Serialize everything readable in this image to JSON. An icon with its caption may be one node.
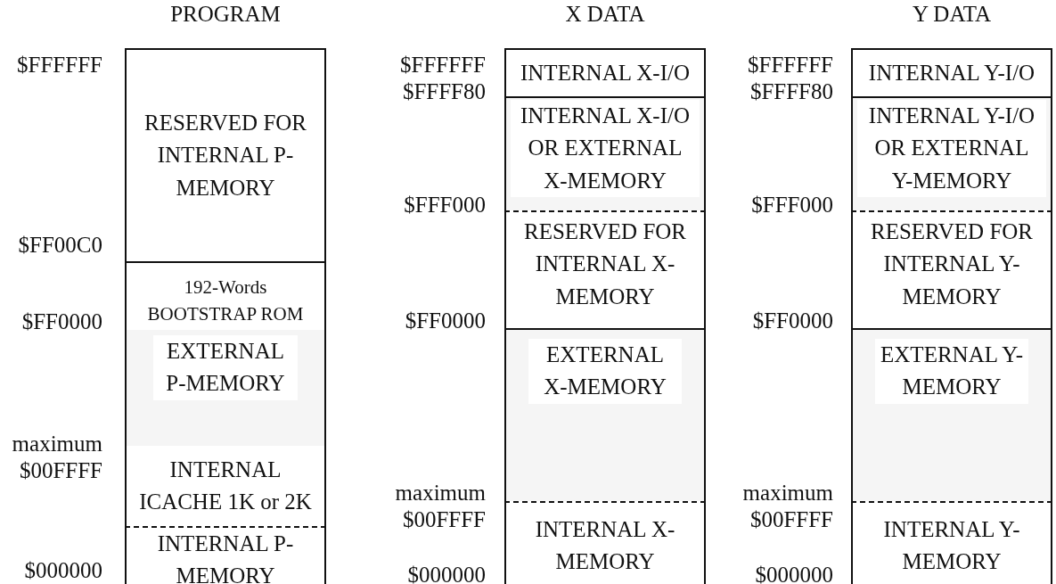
{
  "diagram": {
    "nodes": [
      {
        "text": [
          "PROGRAM"
        ]
      },
      {
        "text": [
          "RESERVED FOR INTERNAL P-MEMORY"
        ],
        "in": 0
      },
      {
        "text": [
          "192-Words BOOTSTRAP ROM"
        ],
        "in": 0
      },
      {
        "text": [
          "EXTERNAL P-MEMORY"
        ],
        "in": 0
      },
      {
        "text": [
          "INTERNAL ICACHE 1K or 2K"
        ],
        "in": 0
      },
      {
        "text": [
          "INTERNAL P-MEMORY"
        ],
        "in": 0
      },
      {
        "text": [
          "X DATA"
        ]
      },
      {
        "text": [
          "INTERNAL X-I/O"
        ],
        "in": 6
      },
      {
        "text": [
          "INTERNAL X-I/O OR EXTERNAL X-MEMORY"
        ],
        "in": 6
      },
      {
        "text": [
          "RESERVED FOR INTERNAL X-MEMORY"
        ],
        "in": 6
      },
      {
        "text": [
          "EXTERNAL X-MEMORY"
        ],
        "in": 6
      },
      {
        "text": [
          "INTERNAL X-MEMORY"
        ],
        "in": 6
      },
      {
        "text": [
          "Y DATA"
        ]
      },
      {
        "text": [
          "INTERNAL Y-I/O"
        ],
        "in": 12
      },
      {
        "text": [
          "INTERNAL Y-I/O OR EXTERNAL Y-MEMORY"
        ],
        "in": 12
      },
      {
        "text": [
          "RESERVED FOR INTERNAL Y-MEMORY"
        ],
        "in": 12
      },
      {
        "text": [
          "EXTERNAL Y-MEMORY"
        ],
        "in": 12
      },
      {
        "text": [
          "INTERNAL Y-MEMORY"
        ],
        "in": 12
      }
    ],
    "labels": [
      "$FFFFFF",
      "$FF00C0",
      "$FF0000",
      "maximum $00FFFF",
      "$000000",
      "$FFFFFF",
      "$FFFF80",
      "$FFF000",
      "$FF0000",
      "maximum $00FFFF",
      "$000000",
      "$FFFFFF",
      "$FFFF80",
      "$FFF000",
      "$FF0000",
      "maximum $00FFFF",
      "$000000"
    ]
  }
}
